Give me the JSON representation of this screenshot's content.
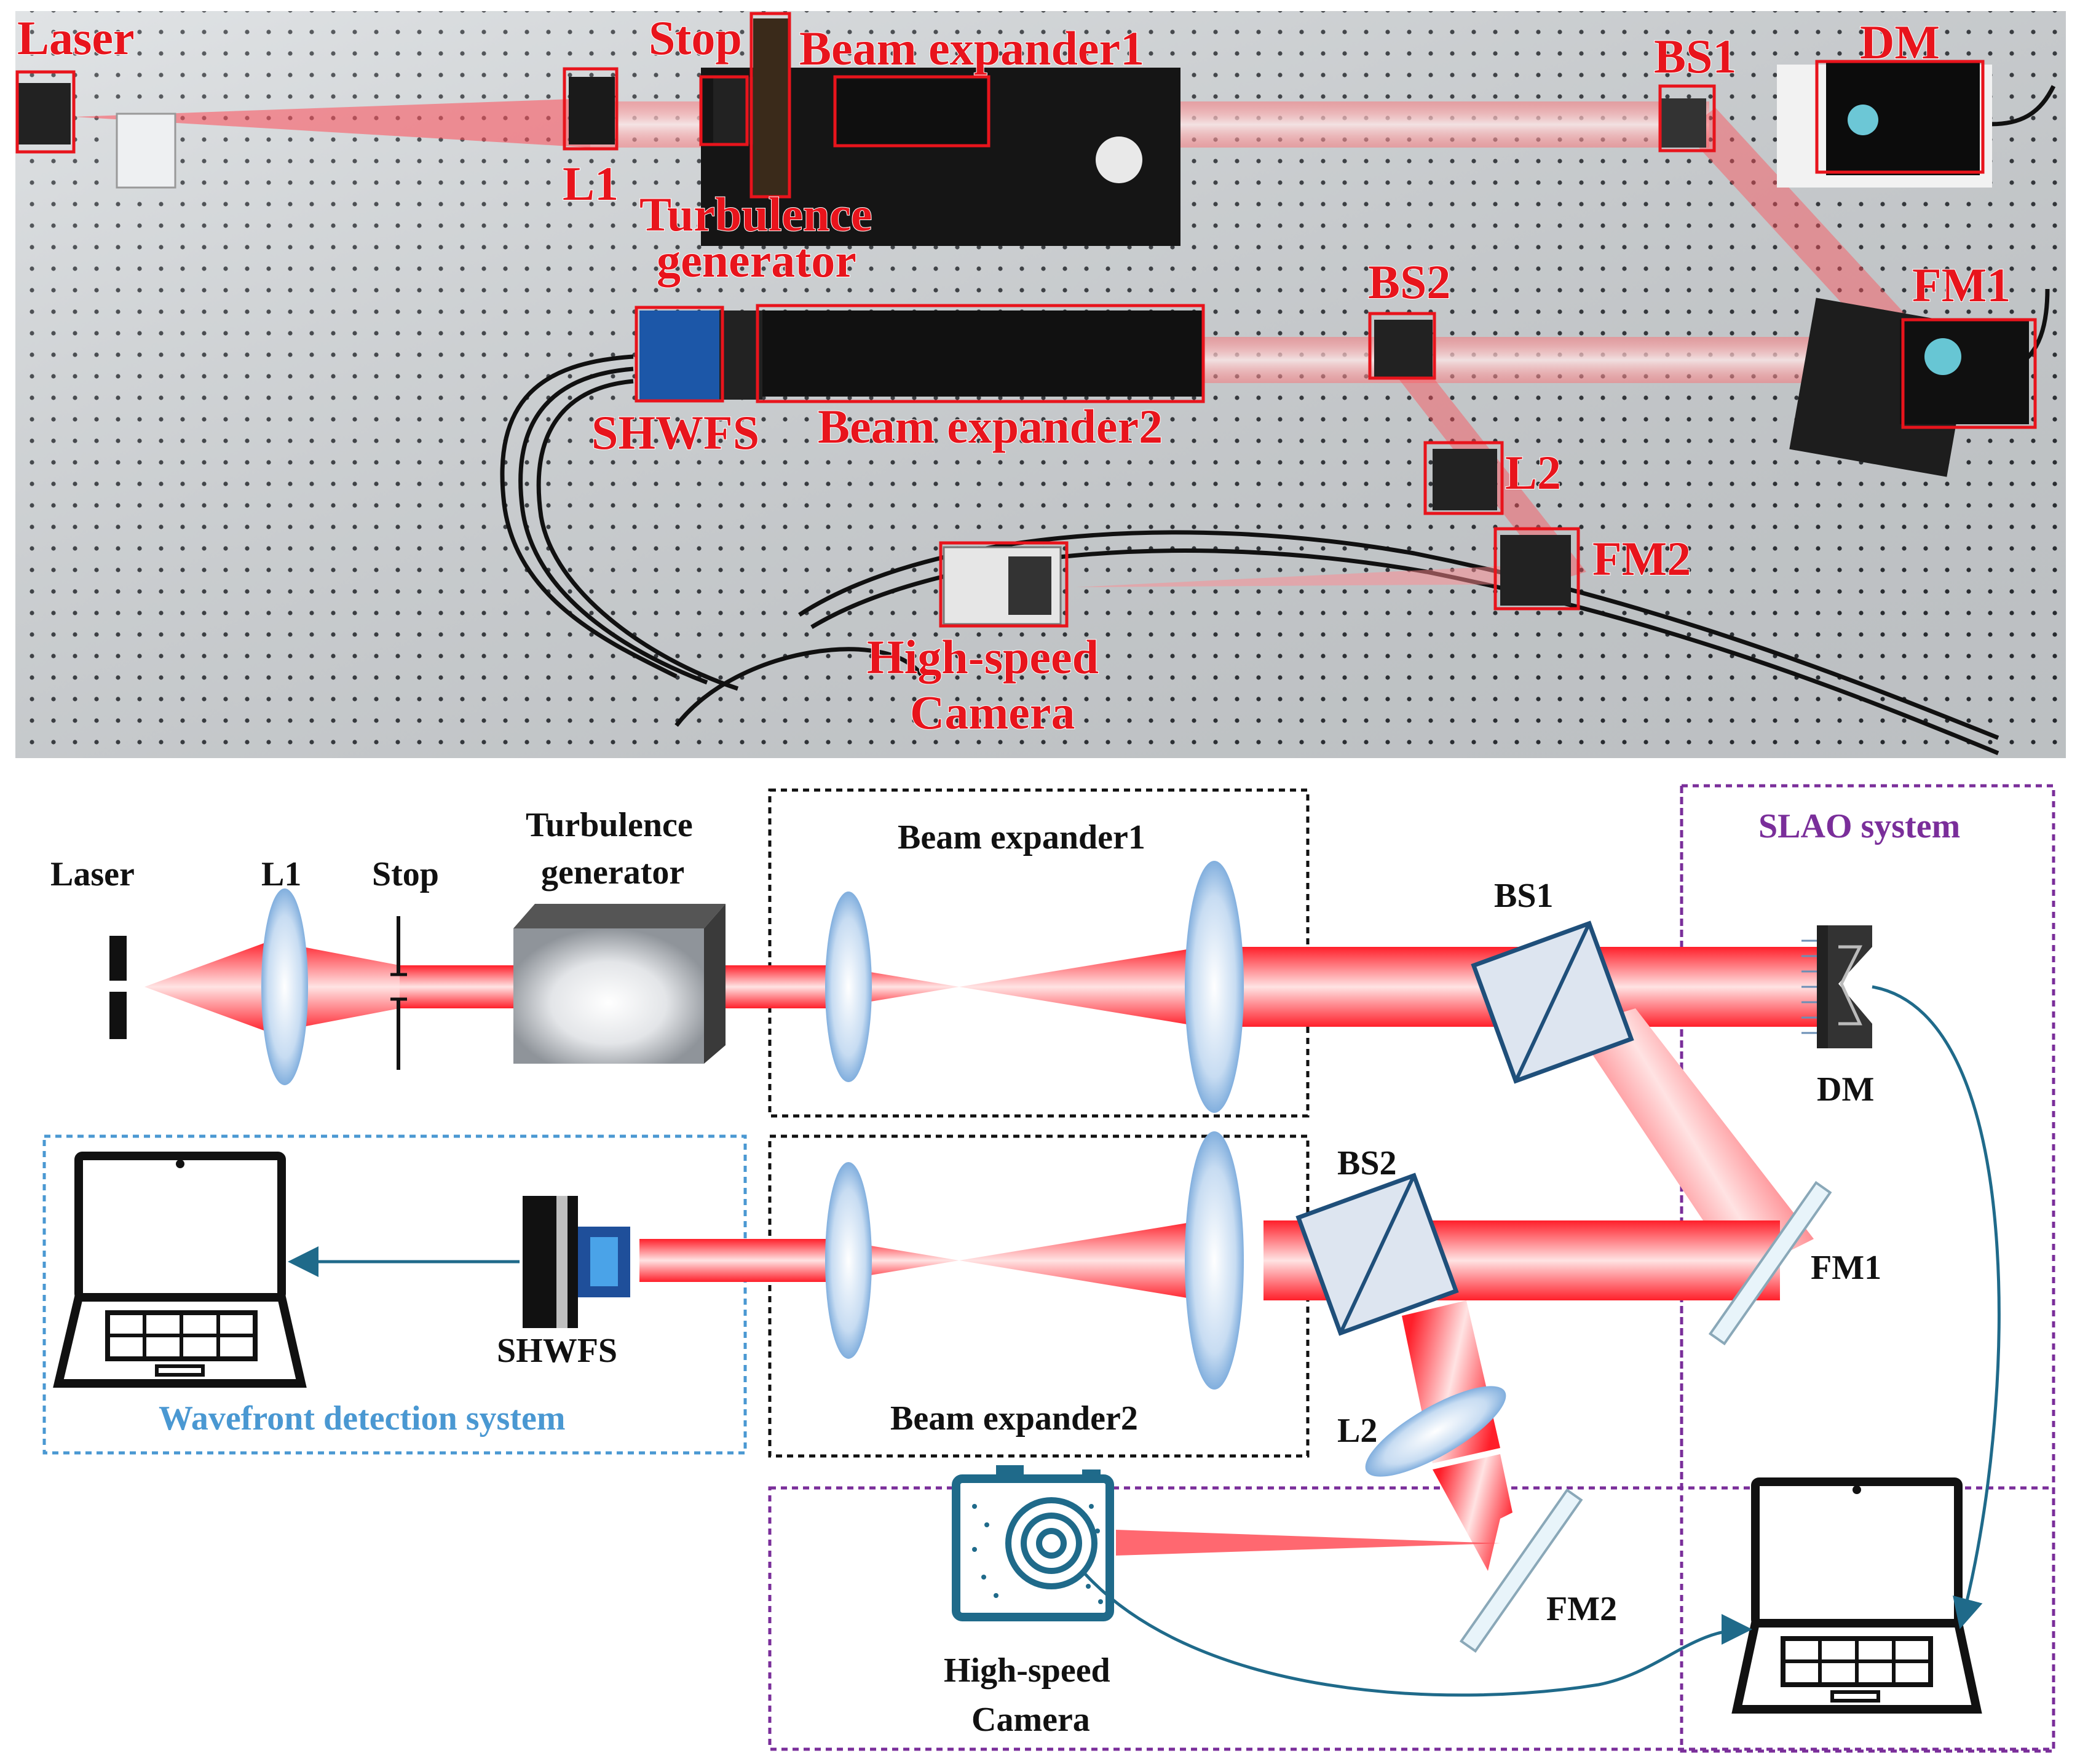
{
  "photo": {
    "labels": {
      "laser": "Laser",
      "stop": "Stop",
      "beam_expander1": "Beam expander1",
      "bs1": "BS1",
      "dm": "DM",
      "l1": "L1",
      "turbulence_line1": "Turbulence",
      "turbulence_line2": "generator",
      "bs2": "BS2",
      "fm1": "FM1",
      "shwfs": "SHWFS",
      "beam_expander2": "Beam expander2",
      "l2": "L2",
      "fm2": "FM2",
      "camera_line1": "High-speed",
      "camera_line2": "Camera"
    }
  },
  "schematic": {
    "labels": {
      "laser": "Laser",
      "l1": "L1",
      "stop": "Stop",
      "turbulence_line1": "Turbulence",
      "turbulence_line2": "generator",
      "beam_expander1": "Beam expander1",
      "beam_expander2": "Beam expander2",
      "bs1": "BS1",
      "bs2": "BS2",
      "dm": "DM",
      "fm1": "FM1",
      "fm2": "FM2",
      "l2": "L2",
      "shwfs": "SHWFS",
      "camera_line1": "High-speed",
      "camera_line2": "Camera",
      "slao_system": "SLAO system",
      "wavefront_system": "Wavefront detection system"
    }
  },
  "colors": {
    "beam_red": "#ff1f2a",
    "label_red": "#e8141c",
    "cube_fill": "#dde5f0",
    "cube_stroke": "#1f4f7a",
    "lens_blue": "#6ea6dd",
    "wire_teal": "#1f6a8a",
    "slao_purple": "#7a2e9a",
    "wavefront_blue": "#4a98d2",
    "expander_black": "#111111"
  }
}
